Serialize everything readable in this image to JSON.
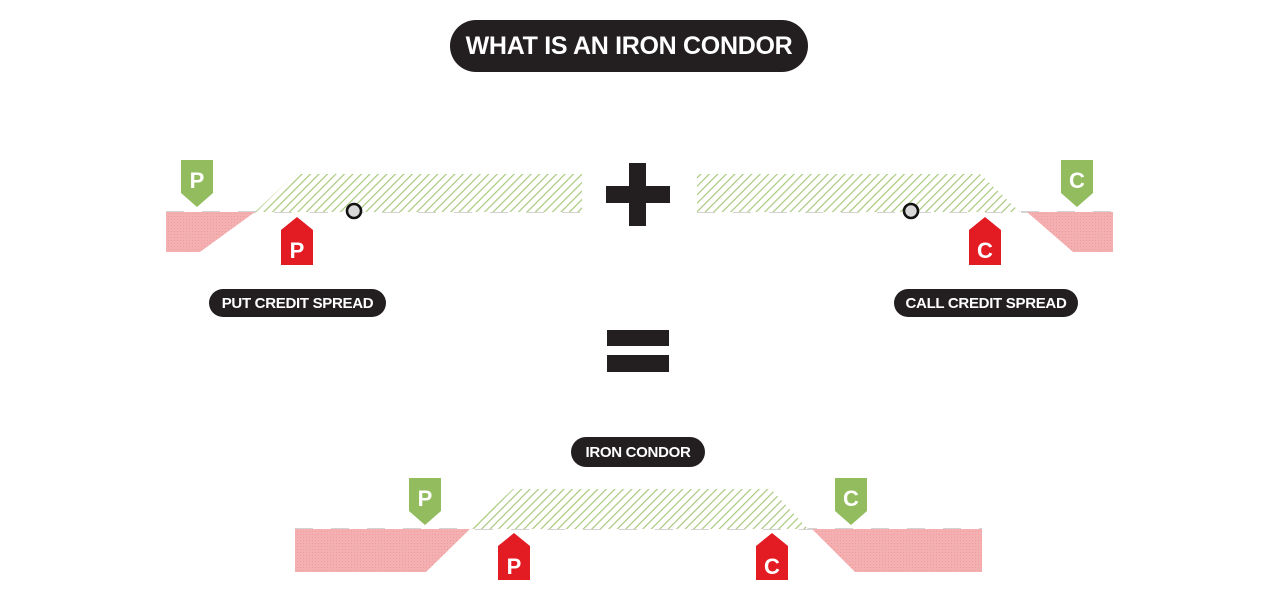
{
  "title": "WHAT IS AN IRON CONDOR",
  "colors": {
    "pill_bg": "#231f20",
    "profit_green": "#9bbf6a",
    "loss_red": "#f2a9aa",
    "short_tag_red": "#e31b23",
    "long_tag_green": "#92bc5e",
    "operator_black": "#231f20",
    "dash_gray": "#cfcfcf"
  },
  "put_credit_spread": {
    "label": "PUT CREDIT SPREAD",
    "long_tag": "P",
    "short_tag": "P"
  },
  "call_credit_spread": {
    "label": "CALL CREDIT SPREAD",
    "long_tag": "C",
    "short_tag": "C"
  },
  "operators": {
    "plus": "+",
    "equals": "="
  },
  "iron_condor": {
    "label": "IRON CONDOR",
    "long_put_tag": "P",
    "short_put_tag": "P",
    "short_call_tag": "C",
    "long_call_tag": "C"
  }
}
